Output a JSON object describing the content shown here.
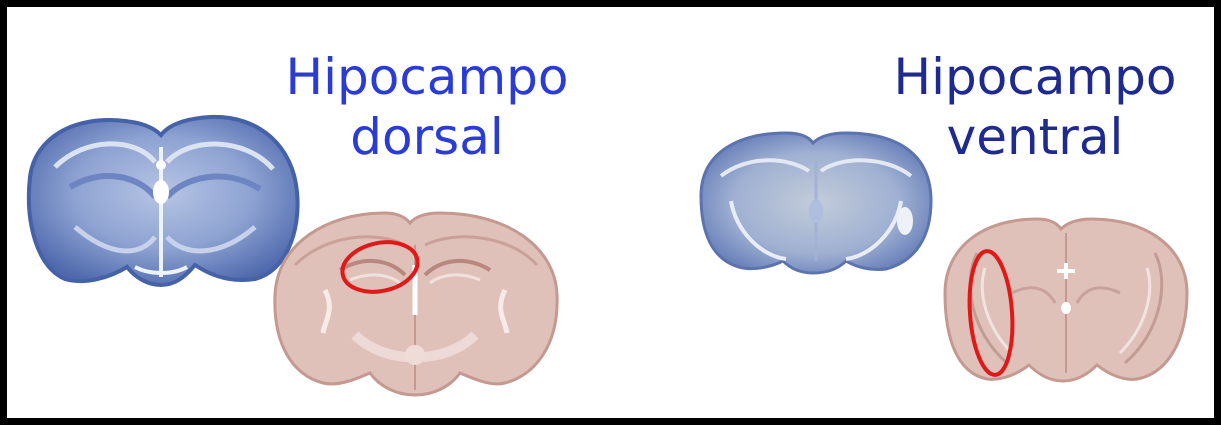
{
  "labels": {
    "left": {
      "line1": "Hipocampo",
      "line2": "dorsal"
    },
    "right": {
      "line1": "Hipocampo",
      "line2": "ventral"
    }
  },
  "colors": {
    "left_text": "#2a3bd6",
    "right_text": "#1e2a8f",
    "highlight": "#e01818",
    "stain_dark": "#5471b4",
    "stain_light": "#a9b9dd",
    "atlas_fill": "#dcbab3",
    "atlas_edge": "#b88980"
  },
  "icons": {
    "left_photo": "nissl-stained-coronal-section-dorsal",
    "left_atlas": "atlas-coronal-section-dorsal",
    "right_photo": "nissl-stained-coronal-section-ventral",
    "right_atlas": "atlas-coronal-section-ventral"
  }
}
